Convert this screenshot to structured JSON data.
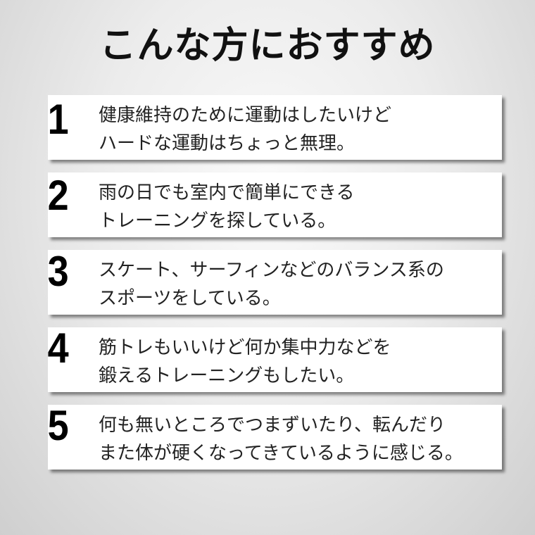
{
  "title": "こんな方におすすめ",
  "items": [
    {
      "number": "1",
      "line1": "健康維持のために運動はしたいけど",
      "line2": "ハードな運動はちょっと無理。"
    },
    {
      "number": "2",
      "line1": "雨の日でも室内で簡単にできる",
      "line2": "トレーニングを探している。"
    },
    {
      "number": "3",
      "line1": "スケート、サーフィンなどのバランス系の",
      "line2": "スポーツをしている。"
    },
    {
      "number": "4",
      "line1": "筋トレもいいけど何か集中力などを",
      "line2": "鍛えるトレーニングもしたい。"
    },
    {
      "number": "5",
      "line1": "何も無いところでつまずいたり、転んだり",
      "line2": "また体が硬くなってきているように感じる。"
    }
  ]
}
